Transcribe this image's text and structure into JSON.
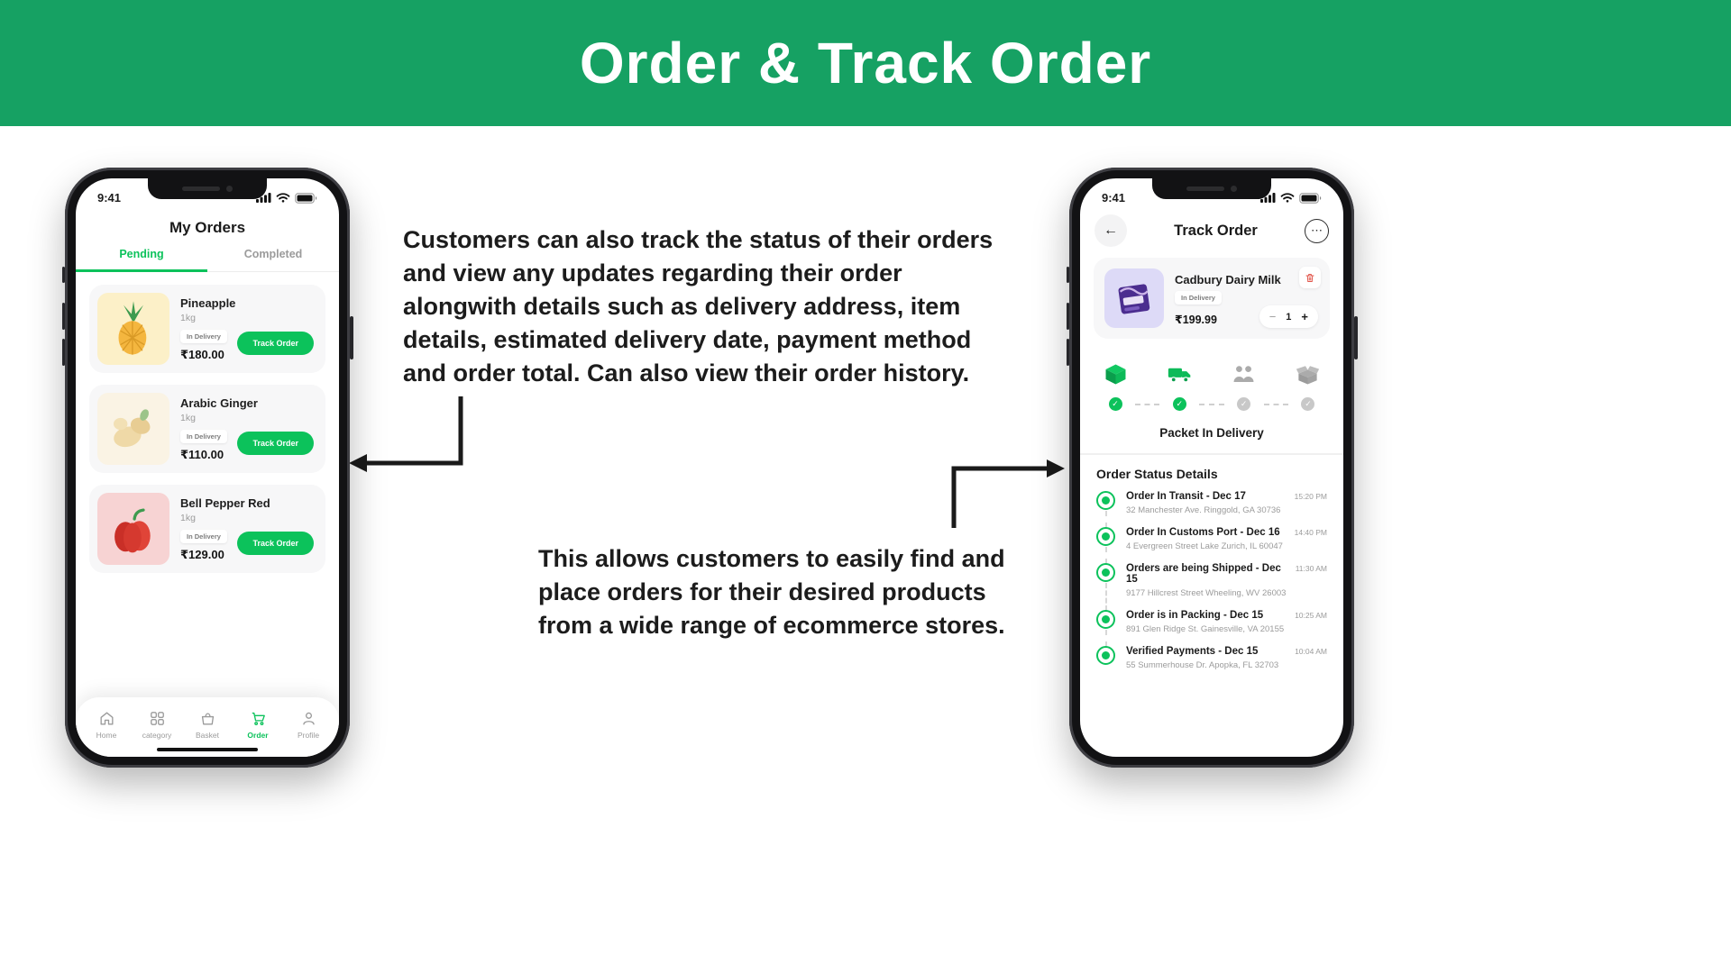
{
  "colors": {
    "banner_green": "#16A163",
    "accent_green": "#0CC25B"
  },
  "banner": {
    "title": "Order & Track Order"
  },
  "annotations": {
    "track_text": "Customers can also track the status of their orders and view any updates regarding their order alongwith details such as delivery address, item details, estimated delivery date, payment method and order total. Can also view their order history.",
    "order_text": "This allows customers to easily find and place orders for their desired products from a wide range of ecommerce stores."
  },
  "icons": {
    "back": "←",
    "more": "⋯",
    "check": "✓",
    "minus": "−",
    "plus": "+"
  },
  "orders_phone": {
    "status_bar": {
      "time": "9:41"
    },
    "title": "My Orders",
    "tabs": {
      "pending": "Pending",
      "completed": "Completed"
    },
    "orders": [
      {
        "name": "Pineapple",
        "weight": "1kg",
        "status": "In Delivery",
        "price": "₹180.00",
        "button": "Track Order"
      },
      {
        "name": "Arabic Ginger",
        "weight": "1kg",
        "status": "In Delivery",
        "price": "₹110.00",
        "button": "Track Order"
      },
      {
        "name": "Bell Pepper Red",
        "weight": "1kg",
        "status": "In Delivery",
        "price": "₹129.00",
        "button": "Track Order"
      }
    ],
    "nav": [
      {
        "label": "Home"
      },
      {
        "label": "category"
      },
      {
        "label": "Basket"
      },
      {
        "label": "Order"
      },
      {
        "label": "Profile"
      }
    ]
  },
  "track_phone": {
    "status_bar": {
      "time": "9:41"
    },
    "title": "Track Order",
    "product": {
      "name": "Cadbury Dairy Milk",
      "status": "In Delivery",
      "price": "₹199.99",
      "quantity": "1"
    },
    "progress_label": "Packet In Delivery",
    "status_heading": "Order Status Details",
    "timeline": [
      {
        "title": "Order In Transit - Dec 17",
        "address": "32 Manchester Ave. Ringgold, GA 30736",
        "time": "15:20 PM"
      },
      {
        "title": "Order In Customs Port - Dec 16",
        "address": "4 Evergreen Street Lake Zurich, IL 60047",
        "time": "14:40 PM"
      },
      {
        "title": "Orders are being Shipped - Dec 15",
        "address": "9177 Hillcrest Street Wheeling, WV 26003",
        "time": "11:30 AM"
      },
      {
        "title": "Order is in Packing - Dec 15",
        "address": "891 Glen Ridge St. Gainesville, VA 20155",
        "time": "10:25 AM"
      },
      {
        "title": "Verified Payments - Dec 15",
        "address": "55 Summerhouse Dr. Apopka, FL 32703",
        "time": "10:04 AM"
      }
    ]
  }
}
